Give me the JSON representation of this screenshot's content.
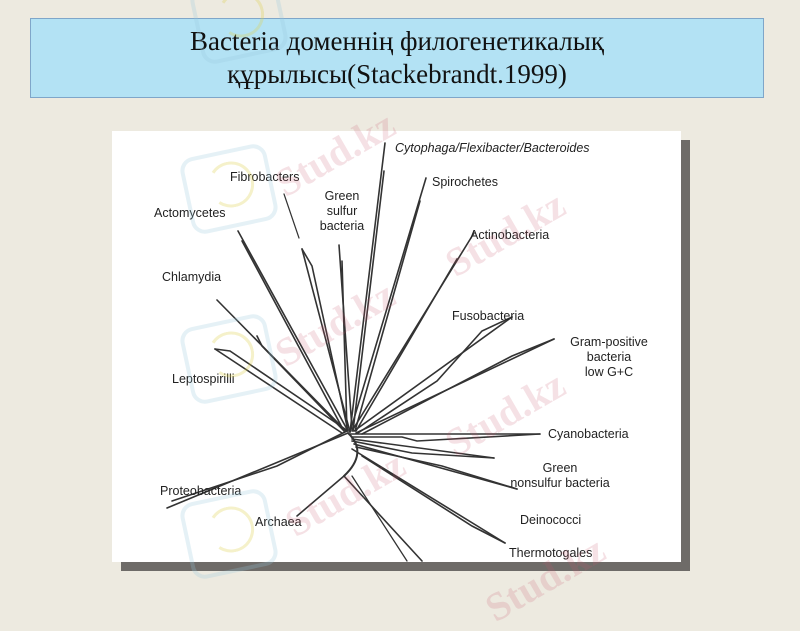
{
  "slide": {
    "title_line1": "Bacteria доменнің филогенетикалық",
    "title_line2": "құрылысы(Stackebrandt.1999)",
    "background_color": "#edeae0",
    "title_bg_color": "#b3e2f4"
  },
  "diagram": {
    "type": "unrooted phylogenetic tree",
    "labels": {
      "cytophaga": "Cytophaga/Flexibacter/Bacteroides",
      "spirochetes": "Spirochetes",
      "fibrobacters": "Fibrobacters",
      "green_sulfur_1": "Green",
      "green_sulfur_2": "sulfur",
      "green_sulfur_3": "bacteria",
      "actomycetes": "Actomycetes",
      "actinobacteria": "Actinobacteria",
      "chlamydia": "Chlamydia",
      "fusobacteria": "Fusobacteria",
      "gram_pos_1": "Gram-positive",
      "gram_pos_2": "bacteria",
      "gram_pos_3": "low G+C",
      "leptospirilli": "Leptospirilli",
      "cyanobacteria": "Cyanobacteria",
      "green_nonsulfur_1": "Green",
      "green_nonsulfur_2": "nonsulfur bacteria",
      "proteobacteria": "Proteobacteria",
      "deinococci": "Deinococci",
      "archaea": "Archaea",
      "thermotogales": "Thermotogales"
    }
  },
  "watermark": {
    "text": "Stud.kz",
    "text_alt": "Stud.kz - Stud.kz"
  }
}
